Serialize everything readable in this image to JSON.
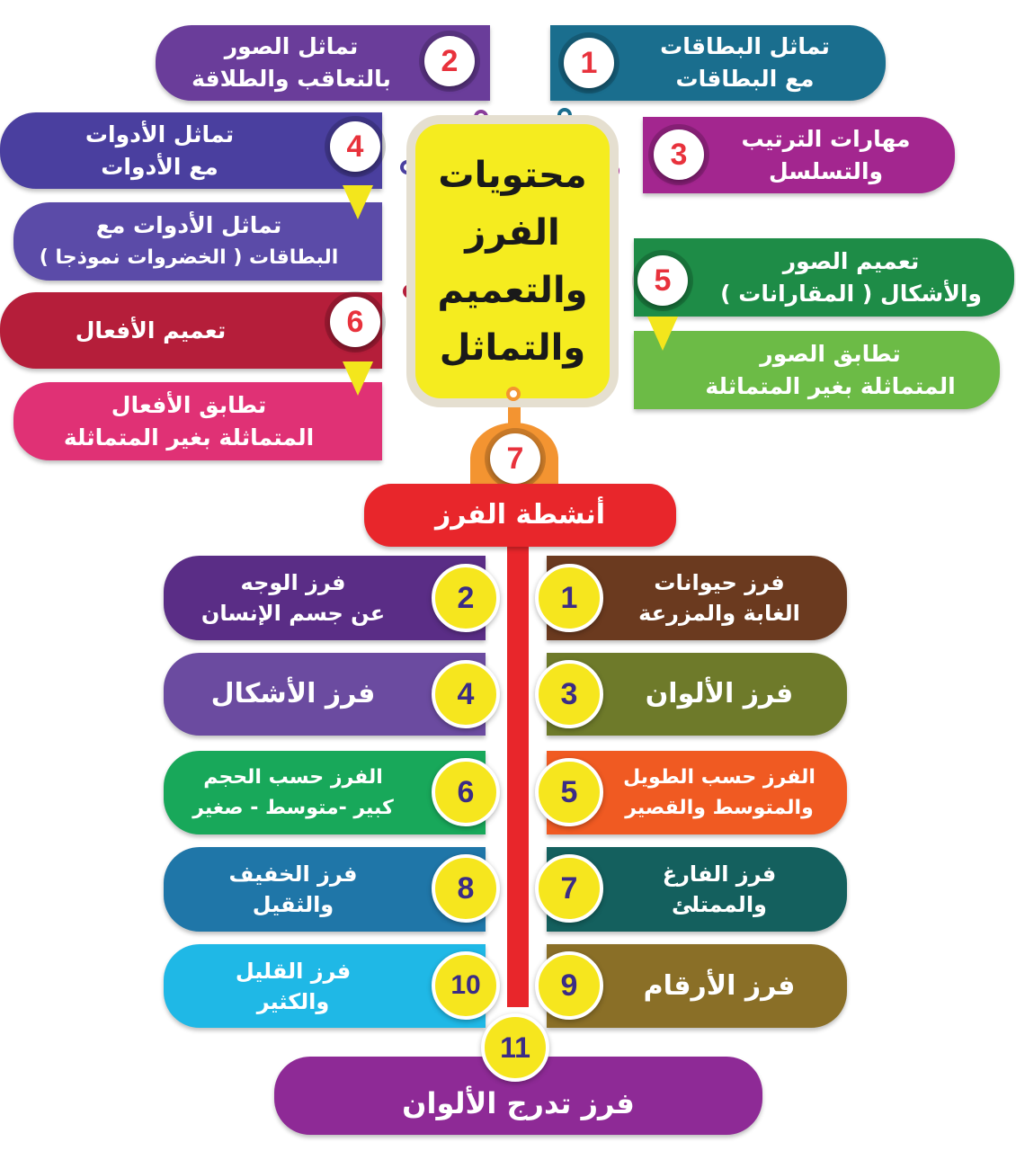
{
  "top": {
    "center": [
      "محتويات",
      "الفرز",
      "والتعميم",
      "والتماثل"
    ],
    "items": [
      {
        "num": "1",
        "lines": [
          "تماثل البطاقات",
          "مع البطاقات"
        ]
      },
      {
        "num": "2",
        "lines": [
          "تماثل الصور",
          "بالتعاقب والطلاقة"
        ]
      },
      {
        "num": "3",
        "lines": [
          "مهارات الترتيب",
          "والتسلسل"
        ]
      },
      {
        "num": "4",
        "lines": [
          "تماثل الأدوات",
          "مع الأدوات"
        ],
        "sub": [
          "تماثل الأدوات مع",
          "البطاقات ( الخضروات نموذجا )"
        ]
      },
      {
        "num": "5",
        "lines": [
          "تعميم الصور",
          "والأشكال ( المقارانات )"
        ],
        "sub": [
          "تطابق الصور",
          "المتماثلة بغير المتماثلة"
        ]
      },
      {
        "num": "6",
        "lines": [
          "تعميم الأفعال"
        ],
        "sub": [
          "تطابق الأفعال",
          "المتماثلة بغير المتماثلة"
        ]
      },
      {
        "num": "7"
      }
    ]
  },
  "activities": {
    "title": "أنشطة الفرز",
    "items": [
      {
        "num": "1",
        "lines": [
          "فرز حيوانات",
          "الغابة والمزرعة"
        ]
      },
      {
        "num": "2",
        "lines": [
          "فرز الوجه",
          "عن جسم الإنسان"
        ]
      },
      {
        "num": "3",
        "lines": [
          "فرز الألوان"
        ]
      },
      {
        "num": "4",
        "lines": [
          "فرز الأشكال"
        ]
      },
      {
        "num": "5",
        "lines": [
          "الفرز حسب الطويل",
          "والمتوسط والقصير"
        ]
      },
      {
        "num": "6",
        "lines": [
          "الفرز حسب الحجم",
          "كبير -متوسط - صغير"
        ]
      },
      {
        "num": "7",
        "lines": [
          "فرز الفارغ",
          "والممتلئ"
        ]
      },
      {
        "num": "8",
        "lines": [
          "فرز الخفيف",
          "والثقيل"
        ]
      },
      {
        "num": "9",
        "lines": [
          "فرز الأرقام"
        ]
      },
      {
        "num": "10",
        "lines": [
          "فرز القليل",
          "والكثير"
        ]
      },
      {
        "num": "11",
        "lines": [
          "فرز تدرج الألوان"
        ]
      }
    ]
  },
  "colors": {
    "center": "#f5ec1f",
    "header": "#e8262b",
    "yellow": "#f6e61e"
  }
}
